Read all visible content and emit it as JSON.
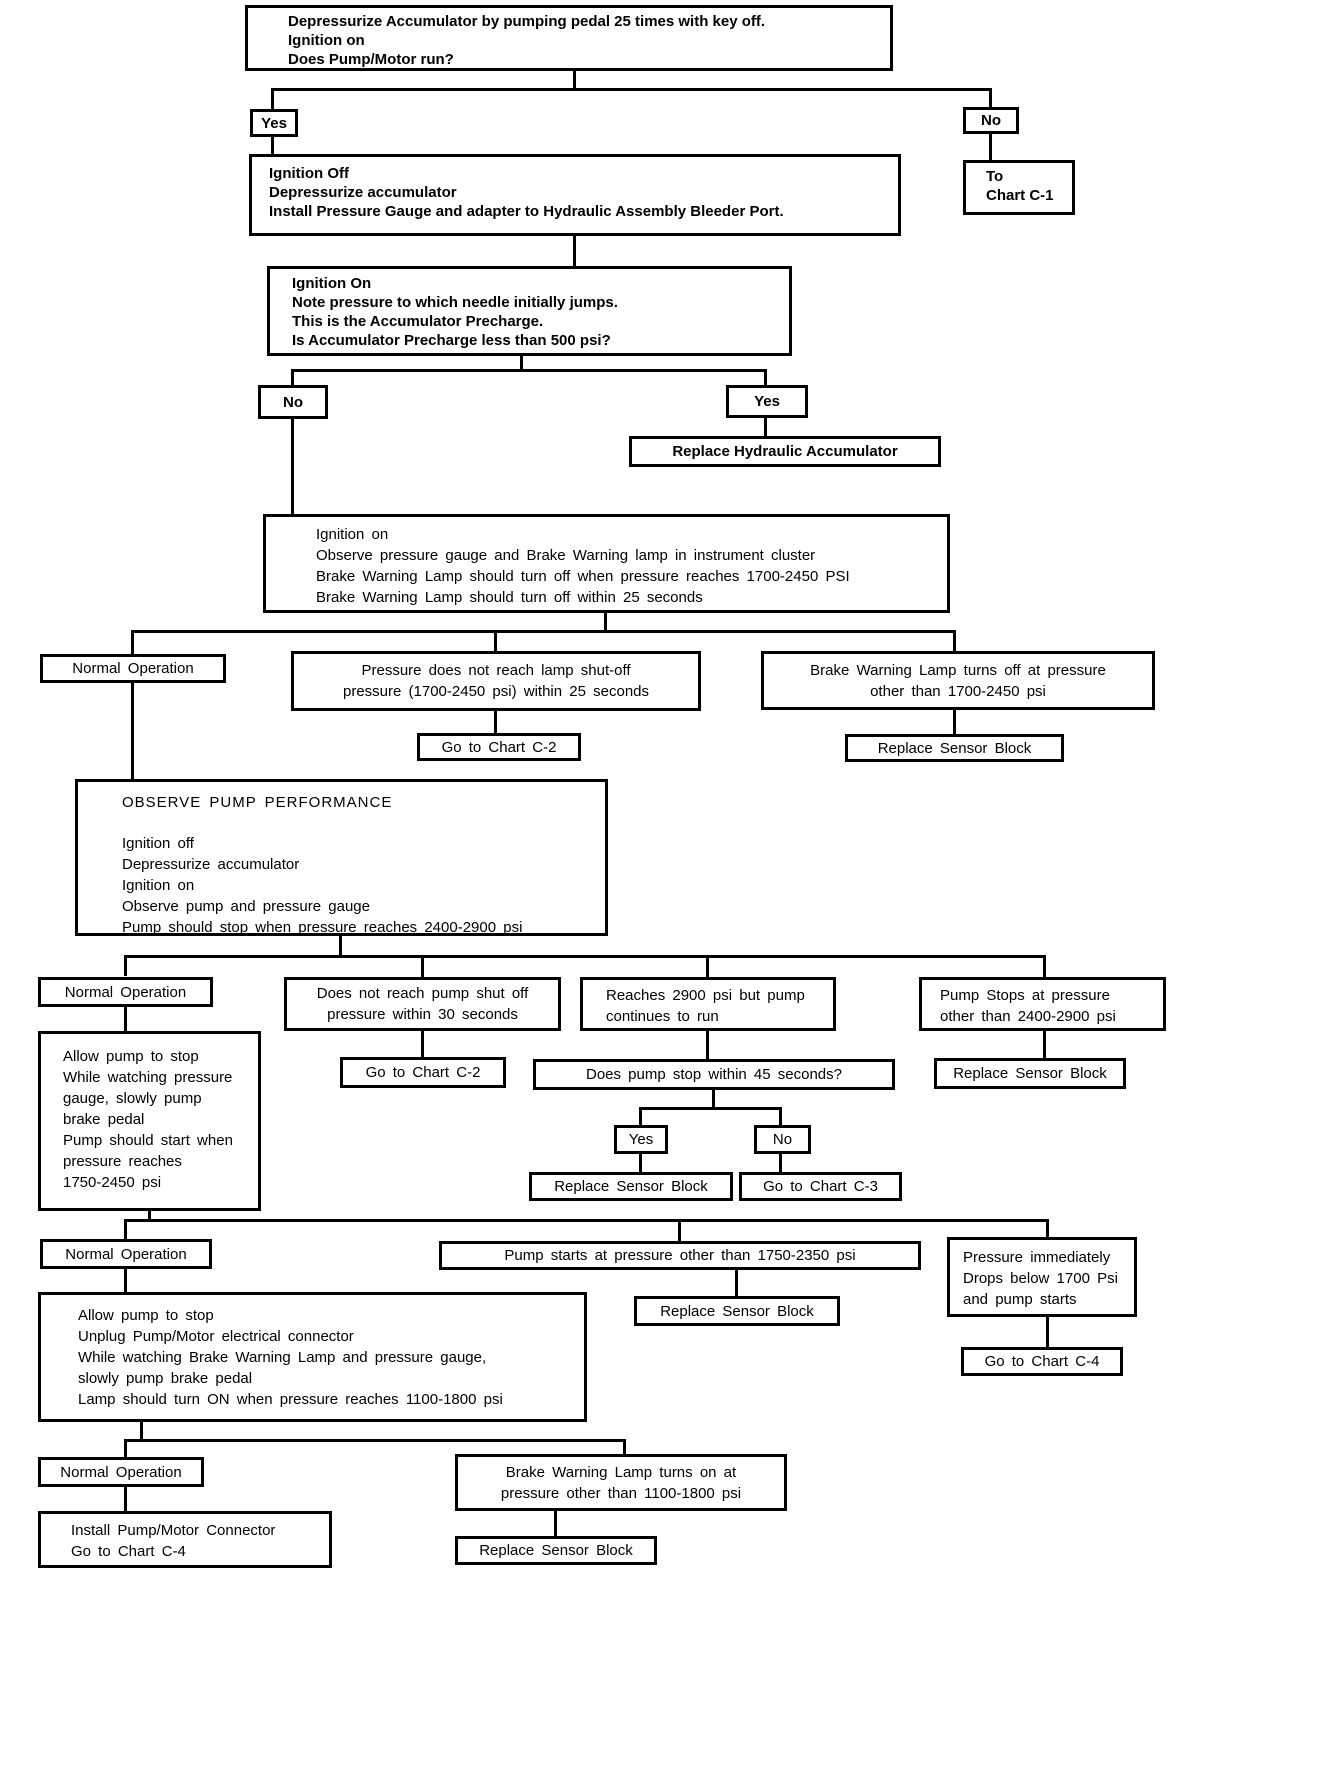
{
  "flowchart": {
    "boxes": {
      "start": [
        "Depressurize Accumulator by pumping pedal 25 times with key off.",
        "Ignition on",
        "Does Pump/Motor run?"
      ],
      "to_chart_c1": [
        "To",
        "Chart C-1"
      ],
      "ignition_off_setup": [
        "Ignition Off",
        "Depressurize accumulator",
        "Install Pressure Gauge and adapter to Hydraulic Assembly Bleeder Port."
      ],
      "precharge_check": [
        "Ignition On",
        "Note pressure to which needle initially jumps.",
        "This is the Accumulator Precharge.",
        "Is Accumulator Precharge less than 500 psi?"
      ],
      "replace_hydraulic_accumulator": "Replace Hydraulic Accumulator",
      "lamp_observation": [
        "Ignition on",
        "Observe pressure gauge and Brake Warning lamp in instrument cluster",
        "Brake Warning Lamp should turn off when pressure reaches 1700-2450 PSI",
        "Brake Warning Lamp should turn off within 25 seconds"
      ],
      "lamp_no_shutoff": [
        "Pressure does not reach lamp shut-off",
        "pressure (1700-2450 psi) within 25 seconds"
      ],
      "lamp_wrong_pressure": [
        "Brake Warning Lamp turns off at pressure",
        "other than 1700-2450 psi"
      ],
      "observe_pump_performance": {
        "title": "OBSERVE PUMP PERFORMANCE",
        "lines": [
          "Ignition off",
          "Depressurize accumulator",
          "Ignition on",
          "Observe pump and pressure gauge",
          "Pump should stop when pressure reaches 2400-2900 psi"
        ]
      },
      "no_pump_shutoff": [
        "Does not reach pump shut off",
        "pressure within 30 seconds"
      ],
      "pump_continues": [
        "Reaches 2900 psi but pump",
        "continues to run"
      ],
      "pump_stops_wrong": [
        "Pump Stops at pressure",
        "other than 2400-2900 psi"
      ],
      "pump_restart_check": [
        "Allow pump to stop",
        "While watching pressure",
        "gauge, slowly pump",
        "brake pedal",
        "Pump should start when",
        "pressure reaches",
        "1750-2450 psi"
      ],
      "pump_stop_45s": "Does pump stop within 45 seconds?",
      "pump_starts_wrong": "Pump starts at pressure other than 1750-2350 psi",
      "pressure_drops": [
        "Pressure immediately",
        "Drops below 1700 Psi",
        "and pump starts"
      ],
      "lamp_on_check": [
        "Allow pump to stop",
        "Unplug Pump/Motor electrical connector",
        "While watching Brake Warning Lamp and pressure gauge,",
        "slowly pump brake pedal",
        "Lamp should turn ON when pressure reaches 1100-1800 psi"
      ],
      "lamp_on_wrong": [
        "Brake Warning Lamp turns on at",
        "pressure other than 1100-1800 psi"
      ],
      "install_connector": [
        "Install Pump/Motor Connector",
        "Go to Chart C-4"
      ]
    },
    "labels": {
      "yes": "Yes",
      "no": "No",
      "normal_operation": "Normal Operation",
      "go_to_chart_c2": "Go to Chart C-2",
      "go_to_chart_c3": "Go to Chart C-3",
      "go_to_chart_c4": "Go to Chart C-4",
      "replace_sensor_block": "Replace Sensor Block"
    }
  }
}
